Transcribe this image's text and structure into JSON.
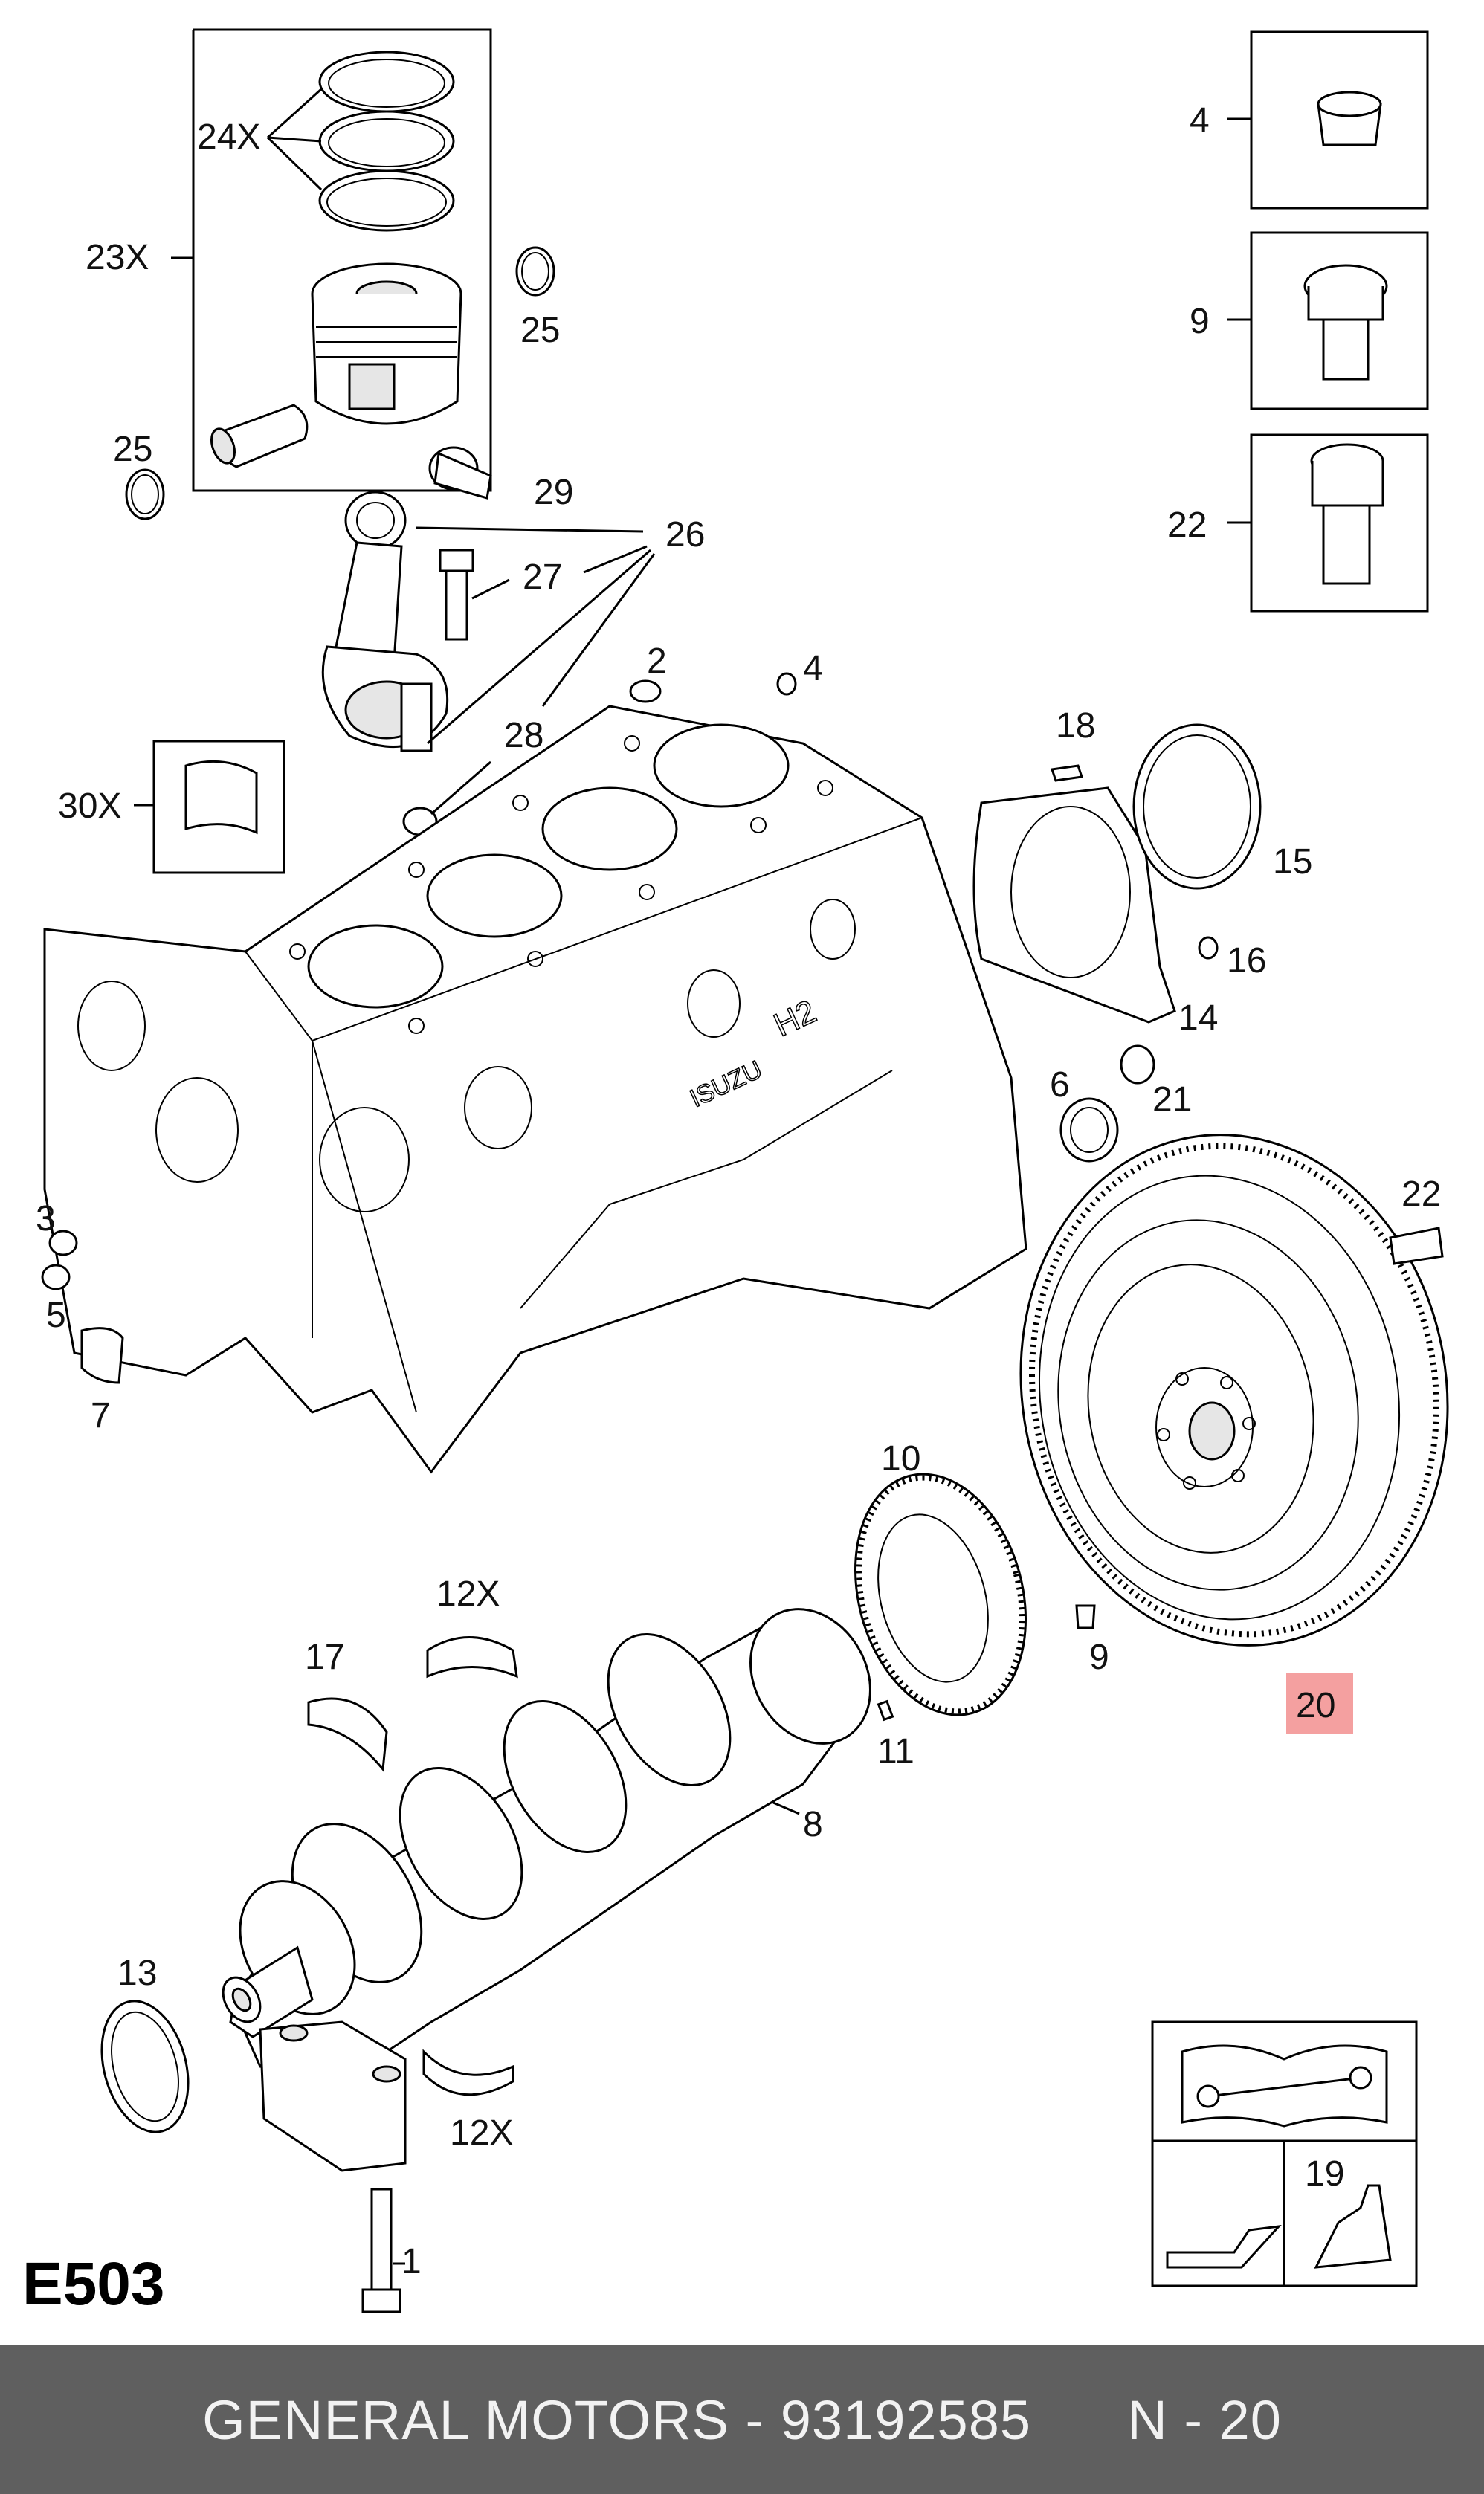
{
  "diagram": {
    "code": "E503",
    "callouts": {
      "c23x": "23X",
      "c24x": "24X",
      "c25a": "25",
      "c25b": "25",
      "c29": "29",
      "c26": "26",
      "c27": "27",
      "c28": "28",
      "c2": "2",
      "c4a": "4",
      "c30x": "30X",
      "c4box": "4",
      "c9box": "9",
      "c22box": "22",
      "c18": "18",
      "c15": "15",
      "c16": "16",
      "c14": "14",
      "c6": "6",
      "c21": "21",
      "c22": "22",
      "c3": "3",
      "c5": "5",
      "c7": "7",
      "c10": "10",
      "c12xa": "12X",
      "c17": "17",
      "c9": "9",
      "c20": "20",
      "c11": "11",
      "c8": "8",
      "c13": "13",
      "c12xb": "12X",
      "c19": "19",
      "c1": "1"
    },
    "highlight_color": "#f4a0a0",
    "engine_block_marks": [
      "ISUZU",
      "H2"
    ]
  },
  "footer": {
    "brand": "GENERAL MOTORS - 93192585",
    "page": "N - 20"
  }
}
